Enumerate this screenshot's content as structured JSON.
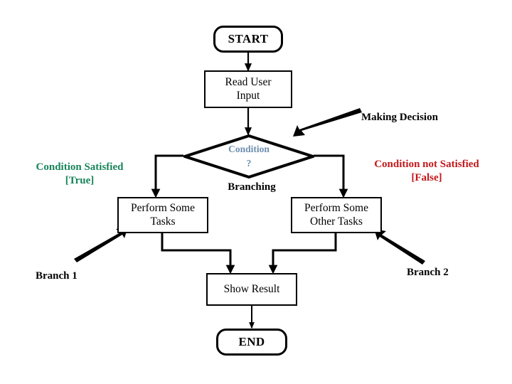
{
  "diagram": {
    "title": "Flowchart with branching decision",
    "colors": {
      "stroke": "#000000",
      "condition_text": "#6d8fb0",
      "true_label": "#18845a",
      "false_label": "#c2181b",
      "annotation": "#000000",
      "background": "#ffffff"
    },
    "nodes": [
      {
        "id": "start",
        "shape": "terminator",
        "label": "START"
      },
      {
        "id": "read",
        "shape": "process",
        "label": "Read User\nInput"
      },
      {
        "id": "condition",
        "shape": "decision",
        "label_line1": "Condition",
        "label_line2": "?"
      },
      {
        "id": "tasks",
        "shape": "process",
        "label": "Perform Some\nTasks"
      },
      {
        "id": "other_tasks",
        "shape": "process",
        "label": "Perform Some\nOther Tasks"
      },
      {
        "id": "show",
        "shape": "process",
        "label": "Show Result"
      },
      {
        "id": "end",
        "shape": "terminator",
        "label": "END"
      }
    ],
    "annotations": [
      {
        "id": "making-decision",
        "text": "Making Decision",
        "color": "black"
      },
      {
        "id": "condition-true",
        "text": "Condition Satisfied\n[True]",
        "color": "green"
      },
      {
        "id": "condition-false",
        "text": "Condition not Satisfied\n[False]",
        "color": "red"
      },
      {
        "id": "branching",
        "text": "Branching",
        "color": "black"
      },
      {
        "id": "branch-1",
        "text": "Branch 1",
        "color": "black"
      },
      {
        "id": "branch-2",
        "text": "Branch 2",
        "color": "black"
      }
    ]
  }
}
